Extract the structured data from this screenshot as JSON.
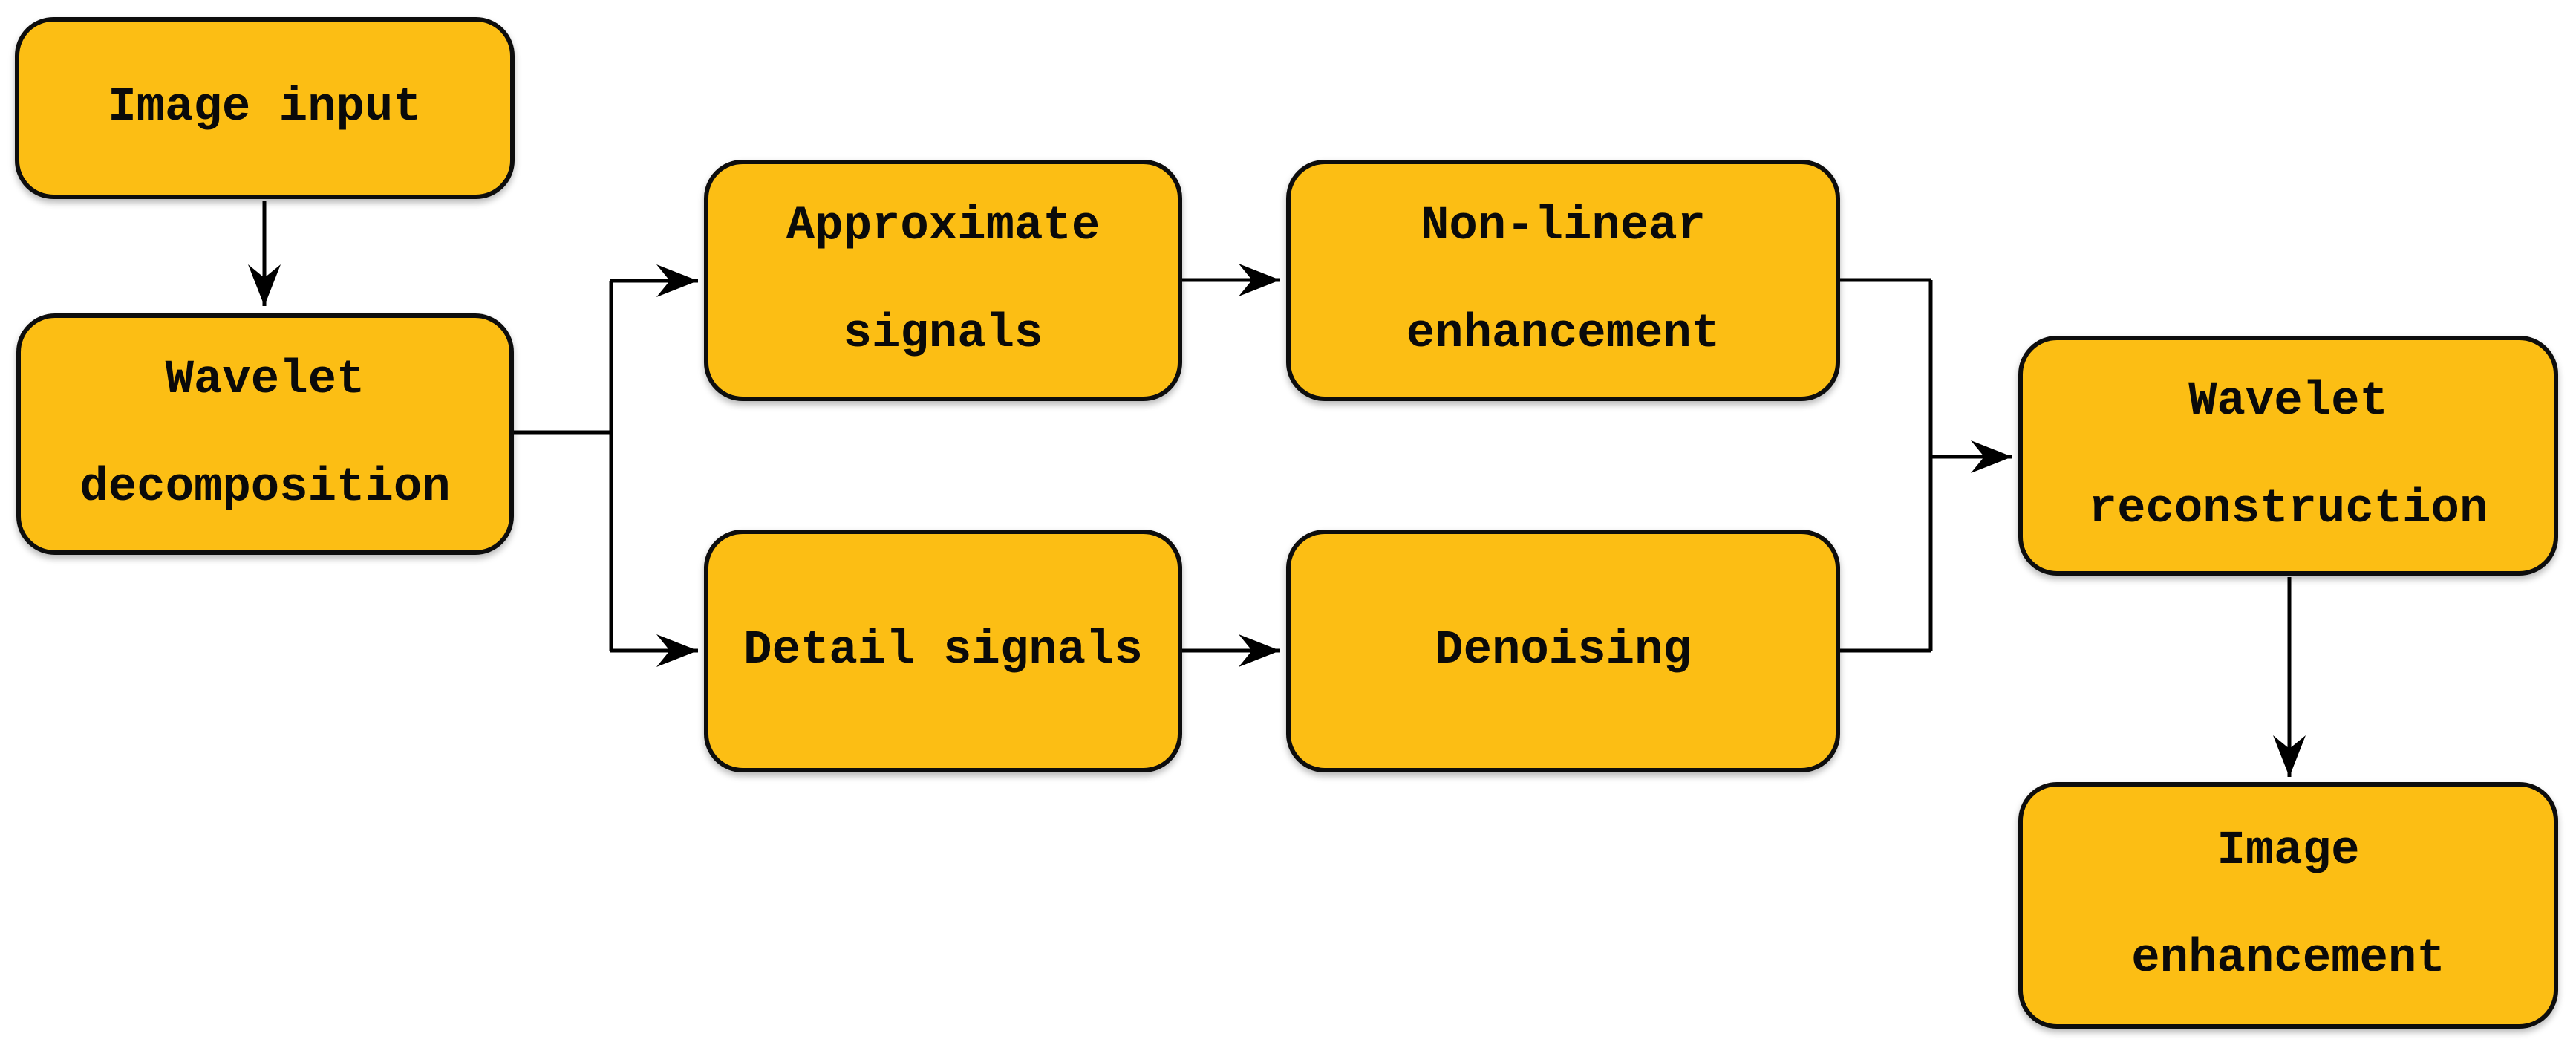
{
  "diagram": {
    "description": "Wavelet-based image enhancement flowchart"
  },
  "nodes": [
    {
      "id": "image-input",
      "label": "Image input"
    },
    {
      "id": "wavelet-decomposition",
      "label": "Wavelet\ndecomposition"
    },
    {
      "id": "approximate-signals",
      "label": "Approximate\nsignals"
    },
    {
      "id": "non-linear-enhancement",
      "label": "Non-linear\nenhancement"
    },
    {
      "id": "detail-signals",
      "label": "Detail signals"
    },
    {
      "id": "denoising",
      "label": "Denoising"
    },
    {
      "id": "wavelet-reconstruction",
      "label": "Wavelet\nreconstruction"
    },
    {
      "id": "image-enhancement",
      "label": "Image\nenhancement"
    }
  ],
  "colors": {
    "node_fill": "#FCBE14",
    "node_border": "#0D0D0D",
    "connector": "#000000",
    "label_text": "#0A0A0A",
    "background": "#FFFFFF"
  }
}
